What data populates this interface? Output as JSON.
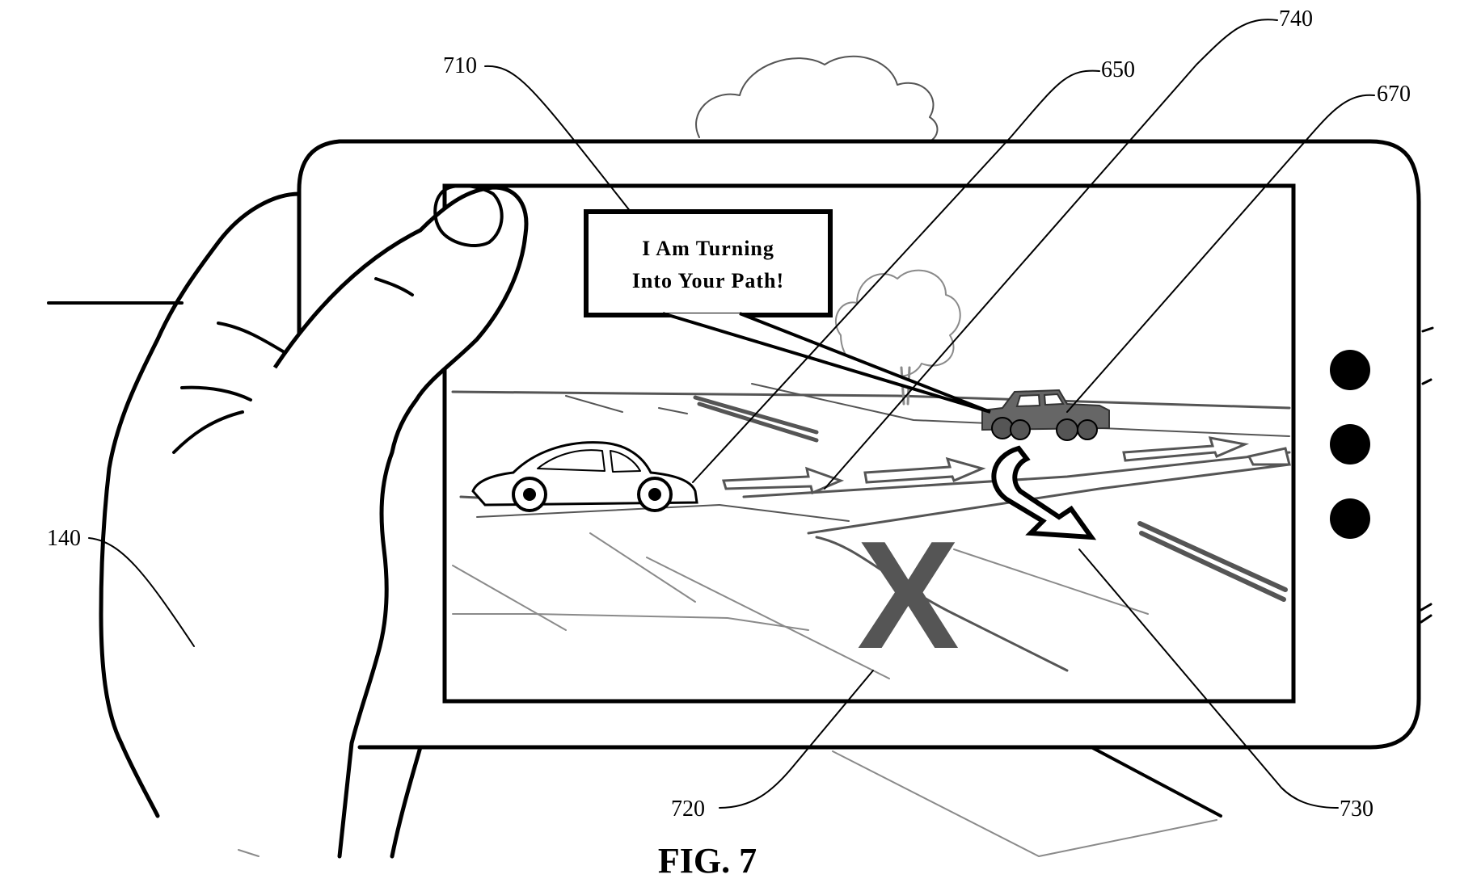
{
  "references": {
    "r710": "710",
    "r650": "650",
    "r740": "740",
    "r670": "670",
    "r140": "140",
    "r720": "720",
    "r730": "730"
  },
  "bubble": {
    "line1": "I Am Turning",
    "line2": "Into Your Path!"
  },
  "warning_mark": "X",
  "caption": "FIG. 7",
  "colors": {
    "ink": "#000000",
    "overlay_gray": "#555555",
    "background": "#ffffff"
  },
  "icons": [
    "hand",
    "mobile-device",
    "car",
    "truck",
    "turn-arrow",
    "lane-arrows",
    "cloud",
    "tree"
  ]
}
